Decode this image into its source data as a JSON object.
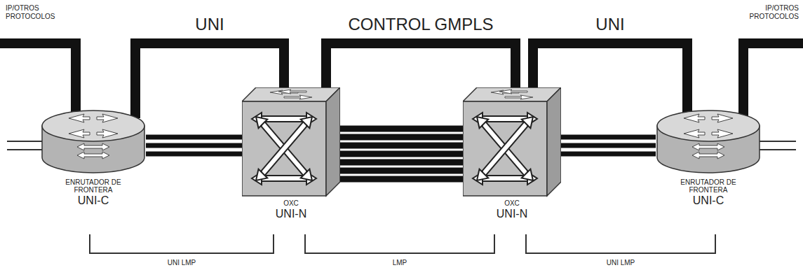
{
  "diagram": {
    "nodes": [
      {
        "text": [
          "ENRUTADOR DE FRONTERA",
          "UNI-C"
        ]
      },
      {
        "text": [
          "OXC",
          "UNI-N"
        ]
      },
      {
        "text": [
          "OXC",
          "UNI-N"
        ]
      },
      {
        "text": [
          "ENRUTADOR DE FRONTERA",
          "UNI-C"
        ]
      }
    ],
    "edges": [
      {
        "from": 0,
        "to": 1,
        "arrow": "none",
        "label": "UNI"
      },
      {
        "from": 0,
        "to": 1,
        "arrow": "none"
      },
      {
        "from": 1,
        "to": 2,
        "arrow": "none",
        "label": "CONTROL GMPLS"
      },
      {
        "from": 1,
        "to": 2,
        "arrow": "none"
      },
      {
        "from": 2,
        "to": 3,
        "arrow": "none",
        "label": "UNI"
      },
      {
        "from": 2,
        "to": 3,
        "arrow": "none"
      }
    ],
    "labels": [
      "IP/OTROS PROTOCOLOS",
      "IP/OTROS PROTOCOLOS",
      "UNI LMP",
      "LMP",
      "UNI LMP"
    ]
  }
}
